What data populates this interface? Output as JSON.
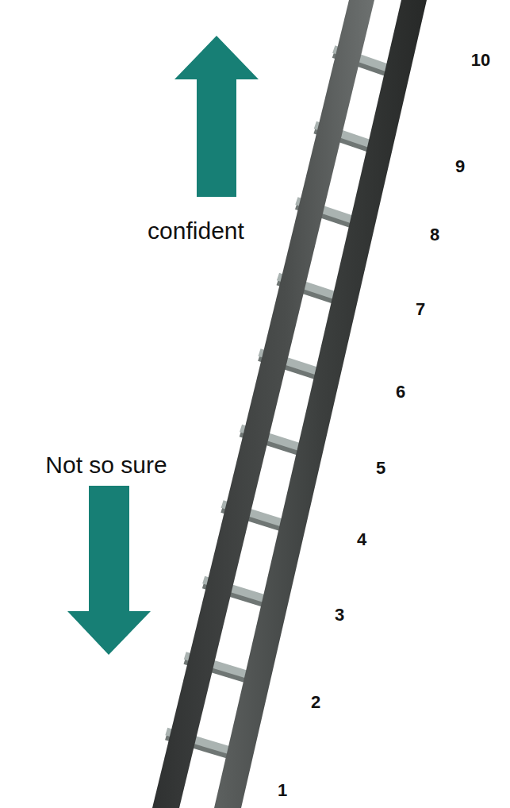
{
  "diagram": {
    "labels": [
      "confident",
      "Not so sure",
      "10",
      "9",
      "8",
      "7",
      "6",
      "5",
      "4",
      "3",
      "2",
      "1"
    ]
  }
}
